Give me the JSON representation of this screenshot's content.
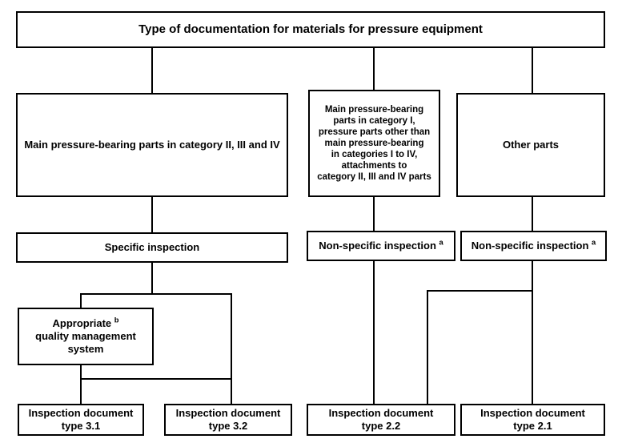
{
  "diagram": {
    "title_box": {
      "label": "Type of documentation for materials for pressure equipment"
    },
    "category_boxes": [
      {
        "label": "Main pressure-bearing parts in category II, III and IV"
      },
      {
        "label": "Main pressure-bearing\nparts in category I,\npressure parts other than\nmain pressure-bearing\nin categories I to IV,\nattachments to\ncategory II, III and IV parts"
      },
      {
        "label": "Other parts"
      }
    ],
    "inspection_boxes": [
      {
        "label": "Specific inspection",
        "footnote": ""
      },
      {
        "label": "Non-specific inspection",
        "footnote": "a"
      },
      {
        "label": "Non-specific inspection",
        "footnote": "a"
      }
    ],
    "qms_box": {
      "line1": "Appropriate",
      "footnote": "b",
      "line2": "quality management",
      "line3": "system"
    },
    "document_boxes": [
      {
        "line1": "Inspection document",
        "line2": "type 3.1"
      },
      {
        "line1": "Inspection document",
        "line2": "type 3.2"
      },
      {
        "line1": "Inspection document",
        "line2": "type 2.2"
      },
      {
        "line1": "Inspection document",
        "line2": "type 2.1"
      }
    ],
    "colors": {
      "border": "#000000",
      "background": "#ffffff",
      "text": "#000000"
    }
  }
}
